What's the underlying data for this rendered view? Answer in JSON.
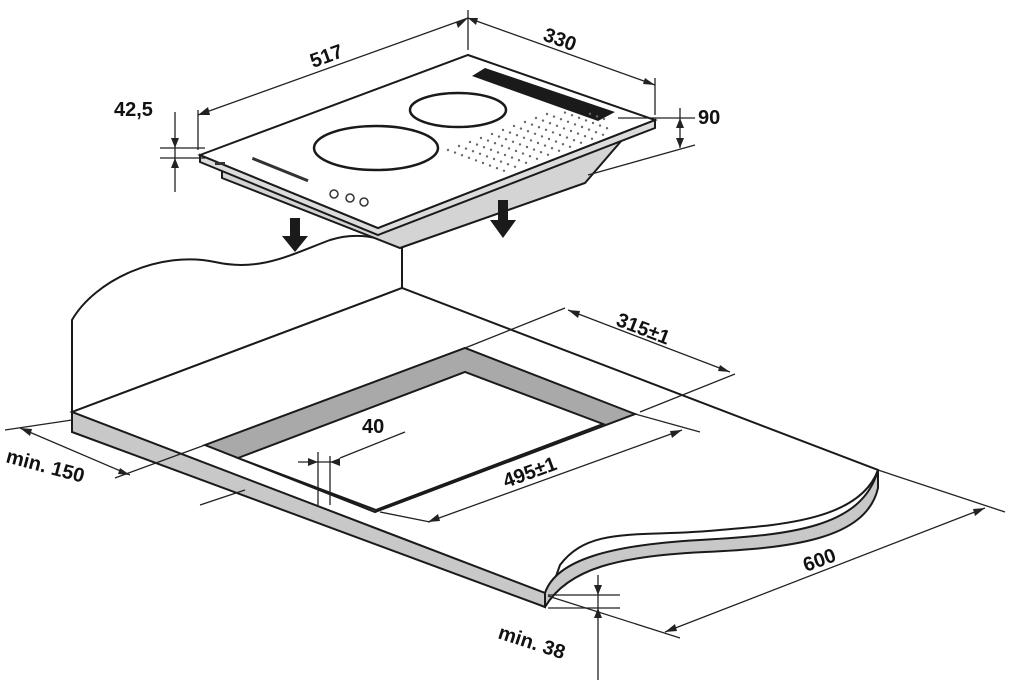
{
  "colors": {
    "background": "#ffffff",
    "line": "#1a1a1a",
    "countertop_edge": "#c8c8c8",
    "cutout_frame": "#a9a9a9",
    "hob_side": "#dcdcdc",
    "underbody": "#d4d4d4",
    "dimension_line": "#222222"
  },
  "dimensions": {
    "hob_width": "517",
    "hob_depth": "330",
    "hob_glass_thickness": "42,5",
    "hob_height": "90",
    "cutout_depth": "315±1",
    "cutout_width": "495±1",
    "cutout_front_gap": "40",
    "min_side_distance": "min. 150",
    "countertop_depth": "600",
    "min_countertop_thickness": "min. 38"
  },
  "icons": {
    "arrow_left": "down-arrow-icon",
    "arrow_right": "down-arrow-icon"
  }
}
